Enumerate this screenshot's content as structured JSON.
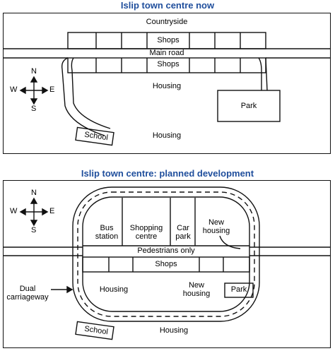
{
  "map1": {
    "title": "Islip town centre now",
    "compass": {
      "n": "N",
      "s": "S",
      "e": "E",
      "w": "W"
    },
    "labels": {
      "countryside": "Countryside",
      "shops_top": "Shops",
      "main_road": "Main road",
      "shops_bottom": "Shops",
      "housing_middle": "Housing",
      "park": "Park",
      "school": "School",
      "housing_bottom": "Housing"
    }
  },
  "map2": {
    "title": "Islip town centre: planned development",
    "compass": {
      "n": "N",
      "s": "S",
      "e": "E",
      "w": "W"
    },
    "labels": {
      "bus_station_1": "Bus",
      "bus_station_2": "station",
      "shopping_centre_1": "Shopping",
      "shopping_centre_2": "centre",
      "car_park_1": "Car",
      "car_park_2": "park",
      "new_housing_top_1": "New",
      "new_housing_top_2": "housing",
      "pedestrians": "Pedestrians only",
      "shops": "Shops",
      "dual_1": "Dual",
      "dual_2": "carriageway",
      "housing_left": "Housing",
      "new_housing_mid_1": "New",
      "new_housing_mid_2": "housing",
      "park": "Park",
      "school": "School",
      "housing_bottom": "Housing"
    }
  },
  "colors": {
    "title": "#1f4e9c",
    "ink": "#111111"
  }
}
